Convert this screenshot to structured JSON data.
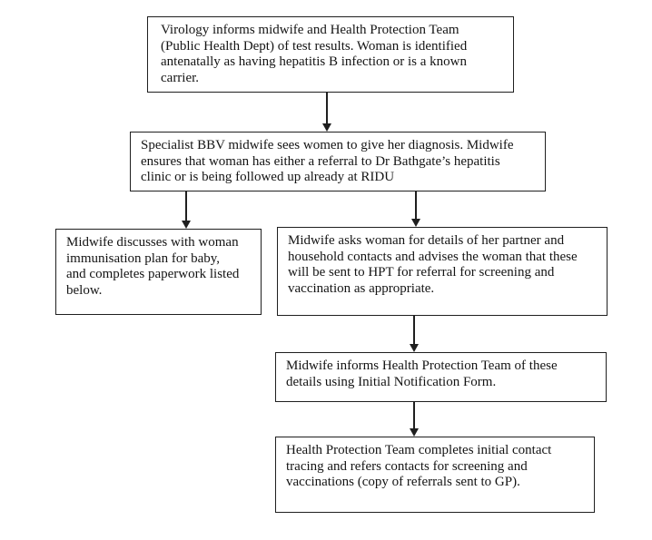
{
  "flowchart": {
    "colors": {
      "border": "#1f1f1f",
      "text": "#141414",
      "background": "#ffffff"
    },
    "steps": [
      {
        "id": "virology",
        "lines": [
          "Virology informs midwife and Health Protection Team",
          "(Public Health Dept) of test results. Woman is identified",
          "antenatally as having hepatitis B infection or is a known",
          "carrier."
        ]
      },
      {
        "id": "specialist",
        "lines": [
          "Specialist BBV midwife sees women to give her diagnosis. Midwife",
          "ensures that woman has either a referral to Dr Bathgate’s hepatitis",
          "clinic or is being followed up already at RIDU"
        ]
      },
      {
        "id": "immunise",
        "lines": [
          "Midwife discusses with woman",
          "immunisation plan for baby,",
          "and completes paperwork listed",
          "below."
        ]
      },
      {
        "id": "partner",
        "lines": [
          "Midwife asks woman for details of her partner and",
          "household contacts and advises the woman that these",
          "will be sent to HPT for referral for screening and",
          "vaccination as appropriate."
        ]
      },
      {
        "id": "notify",
        "lines": [
          "Midwife informs Health Protection Team of these",
          "details using Initial Notification Form."
        ]
      },
      {
        "id": "tracing",
        "lines": [
          "Health Protection Team completes initial contact",
          "tracing and refers contacts for screening and",
          "vaccinations (copy of referrals sent to GP)."
        ]
      }
    ]
  }
}
